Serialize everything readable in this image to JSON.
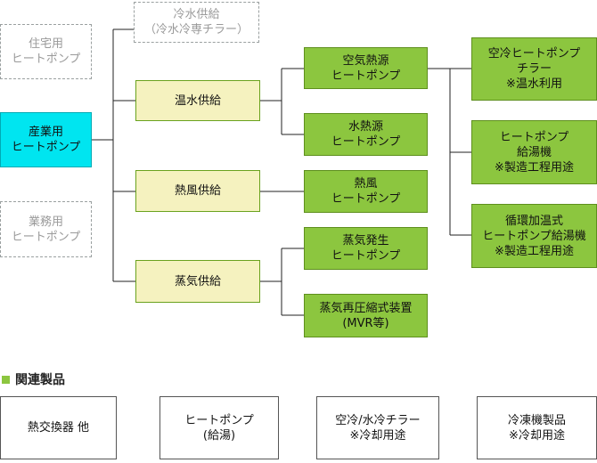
{
  "diagram": {
    "dashed_nodes": {
      "residential": [
        "住宅用",
        "ヒートポンプ"
      ],
      "commercial": [
        "業務用",
        "ヒートポンプ"
      ],
      "cold_water": [
        "冷水供給",
        "（冷水冷専チラー）"
      ]
    },
    "root": [
      "産業用",
      "ヒートポンプ"
    ],
    "supply": {
      "hot_water": [
        "温水供給"
      ],
      "hot_air": [
        "熱風供給"
      ],
      "steam": [
        "蒸気供給"
      ]
    },
    "types": {
      "air_source": [
        "空気熱源",
        "ヒートポンプ"
      ],
      "water_source": [
        "水熱源",
        "ヒートポンプ"
      ],
      "hot_air_hp": [
        "熱風",
        "ヒートポンプ"
      ],
      "steam_gen": [
        "蒸気発生",
        "ヒートポンプ"
      ],
      "mvr": [
        "蒸気再圧縮式装置",
        "(MVR等)"
      ]
    },
    "apps": {
      "air_chiller": [
        "空冷ヒートポンプ",
        "チラー",
        "※温水利用"
      ],
      "water_heater": [
        "ヒートポンプ",
        "給湯機",
        "※製造工程用途"
      ],
      "circulating": [
        "循環加温式",
        "ヒートポンプ給湯機",
        "※製造工程用途"
      ]
    }
  },
  "related": {
    "title": "関連製品",
    "items": [
      [
        "熱交換器 他"
      ],
      [
        "ヒートポンプ",
        "(給湯)"
      ],
      [
        "空冷/水冷チラー",
        "※冷却用途"
      ],
      [
        "冷凍機製品",
        "※冷却用途"
      ]
    ]
  },
  "colors": {
    "root_fill": "#00e5f0",
    "supply_fill": "#f5f2bf",
    "type_fill": "#8cc63f",
    "line": "#222222"
  }
}
